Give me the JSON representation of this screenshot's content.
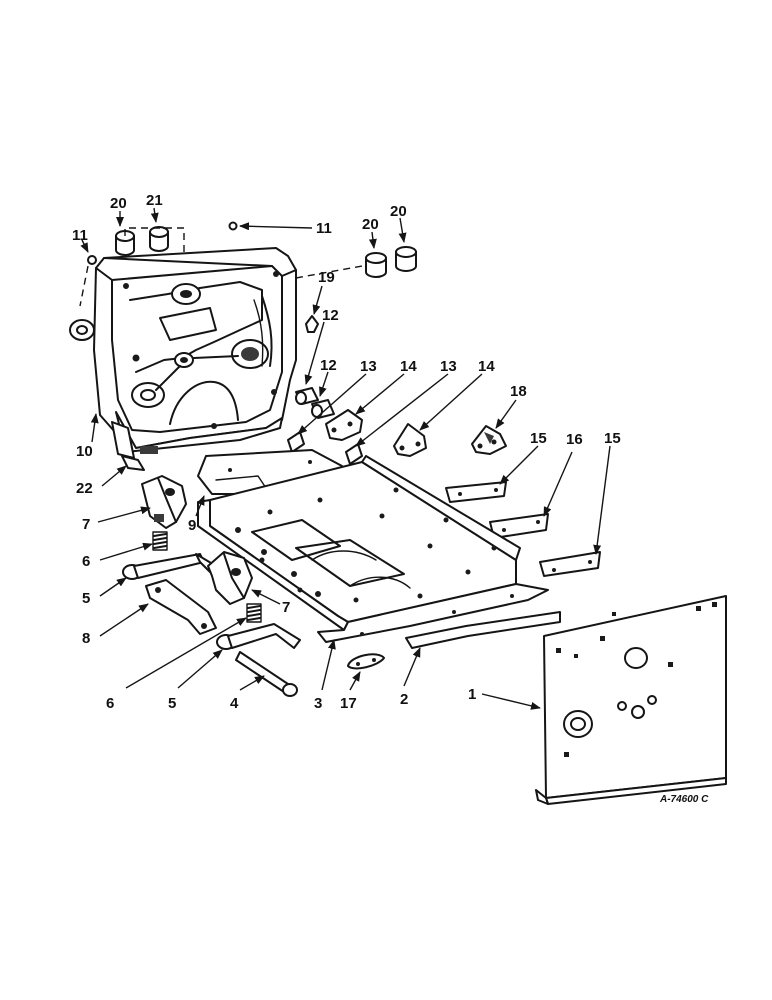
{
  "drawing_code": "A-74600 C",
  "callouts": [
    "1",
    "2",
    "3",
    "4",
    "5",
    "5",
    "6",
    "6",
    "7",
    "7",
    "8",
    "9",
    "10",
    "11",
    "11",
    "12",
    "12",
    "13",
    "13",
    "14",
    "14",
    "15",
    "15",
    "16",
    "17",
    "18",
    "19",
    "20",
    "20",
    "20",
    "21",
    "22"
  ]
}
